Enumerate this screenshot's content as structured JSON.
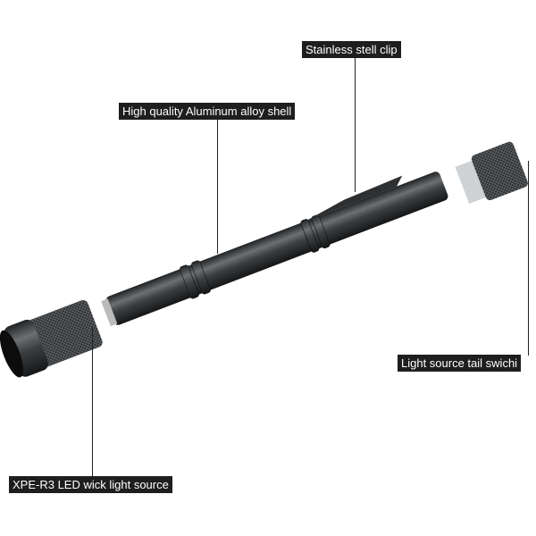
{
  "labels": {
    "clip": "Stainless stell clip",
    "shell": "High quality Aluminum alloy shell",
    "tail": "Light source tail swichi",
    "led": "XPE-R3 LED wick light source"
  },
  "colors": {
    "label_bg": "#1e1e1e",
    "body": "#3a3d40"
  }
}
